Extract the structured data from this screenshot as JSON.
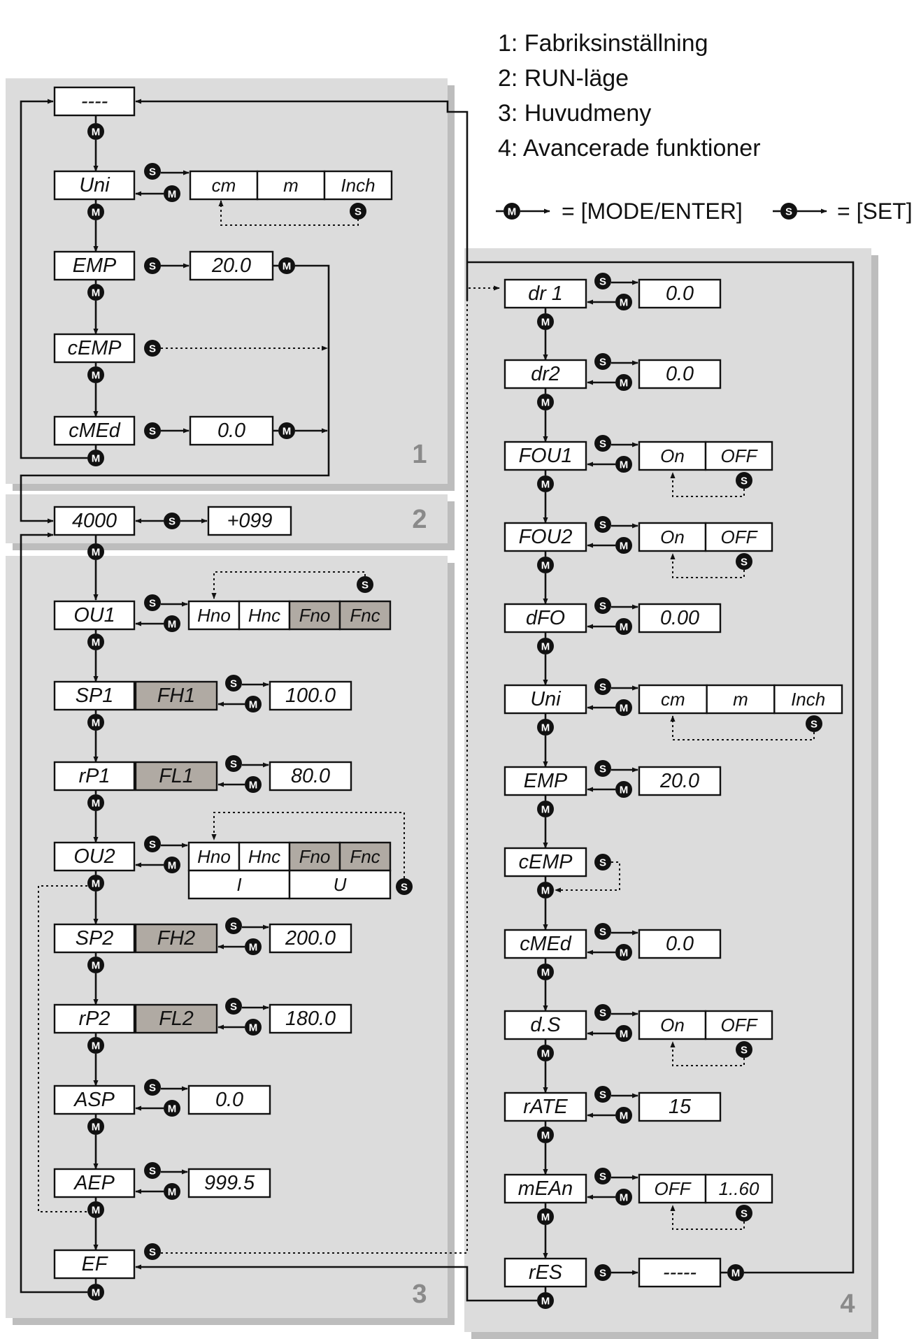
{
  "legend": {
    "items": [
      "1:  Fabriksinställning",
      "2:  RUN-läge",
      "3:  Huvudmeny",
      "4:  Avancerade funktioner"
    ],
    "mode_key": "= [MODE/ENTER]",
    "set_key": "= [SET]",
    "button_m": "M",
    "button_s": "S"
  },
  "panels": {
    "p1": "1",
    "p2": "2",
    "p3": "3",
    "p4": "4"
  },
  "panel1": {
    "start_display": "----",
    "uni": "Uni",
    "uni_options": [
      "cm",
      "m",
      "Inch"
    ],
    "emp": "EMP",
    "emp_value": "20.0",
    "cemp": "cEMP",
    "cmed": "cMEd",
    "cmed_value": "0.0"
  },
  "panel2": {
    "run_value": "4000",
    "run_alt": "+099"
  },
  "panel3": {
    "ou1": "OU1",
    "ou_options": [
      "Hno",
      "Hnc",
      "Fno",
      "Fnc"
    ],
    "ou_analog": [
      "I",
      "U"
    ],
    "sp1": "SP1",
    "fh1": "FH1",
    "sp1_value": "100.0",
    "rp1": "rP1",
    "fl1": "FL1",
    "rp1_value": "80.0",
    "ou2": "OU2",
    "sp2": "SP2",
    "fh2": "FH2",
    "sp2_value": "200.0",
    "rp2": "rP2",
    "fl2": "FL2",
    "rp2_value": "180.0",
    "asp": "ASP",
    "asp_value": "0.0",
    "aep": "AEP",
    "aep_value": "999.5",
    "ef": "EF"
  },
  "panel4": {
    "dr1": "dr 1",
    "dr1_value": "0.0",
    "dr2": "dr2",
    "dr2_value": "0.0",
    "fou1": "FOU1",
    "fou2": "FOU2",
    "on": "On",
    "off": "OFF",
    "dfo": "dFO",
    "dfo_value": "0.00",
    "uni": "Uni",
    "uni_options": [
      "cm",
      "m",
      "Inch"
    ],
    "emp": "EMP",
    "emp_value": "20.0",
    "cemp": "cEMP",
    "cmed": "cMEd",
    "cmed_value": "0.0",
    "dis": "d.S",
    "rate": "rATE",
    "rate_value": "15",
    "mean": "mEAn",
    "mean_options": [
      "OFF",
      "1..60"
    ],
    "res": "rES",
    "res_value": "-----"
  },
  "colors": {
    "panel_fill": "#dcdcdc",
    "panel_shadow": "#bdbdbd",
    "shaded_cell": "#b0aaa3",
    "line": "#111111",
    "panel_number": "#8a8a8a"
  }
}
